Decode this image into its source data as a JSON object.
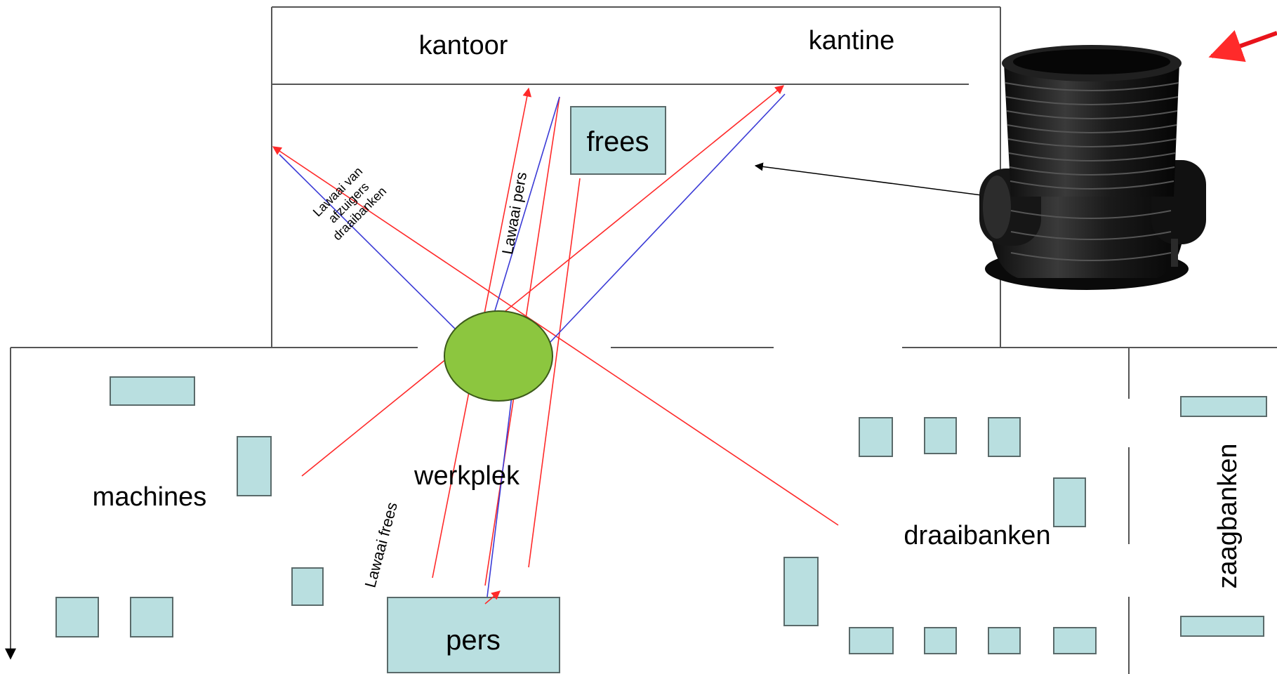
{
  "rooms": {
    "office": "kantoor",
    "canteen": "kantine",
    "machines": "machines",
    "workstation": "werkplek",
    "lathes": "draaibanken",
    "saws": "zaagbanken"
  },
  "machines": {
    "mill": "frees",
    "press": "pers"
  },
  "noise_labels": {
    "extractors": [
      "Lawaai van",
      "afzuigers",
      "draaibanken"
    ],
    "press": "Lawaai pers",
    "mill": "Lawaai frees"
  },
  "image": {
    "icon": "black-plastic-sound-absorber-product-photo"
  },
  "colors": {
    "workstation_fill": "#8cc63f",
    "machine_fill": "#b9dfe0",
    "noise_line": "#ff2a2a",
    "reflection_line": "#4c4cff",
    "highlight_arrow": "#e8131b"
  }
}
